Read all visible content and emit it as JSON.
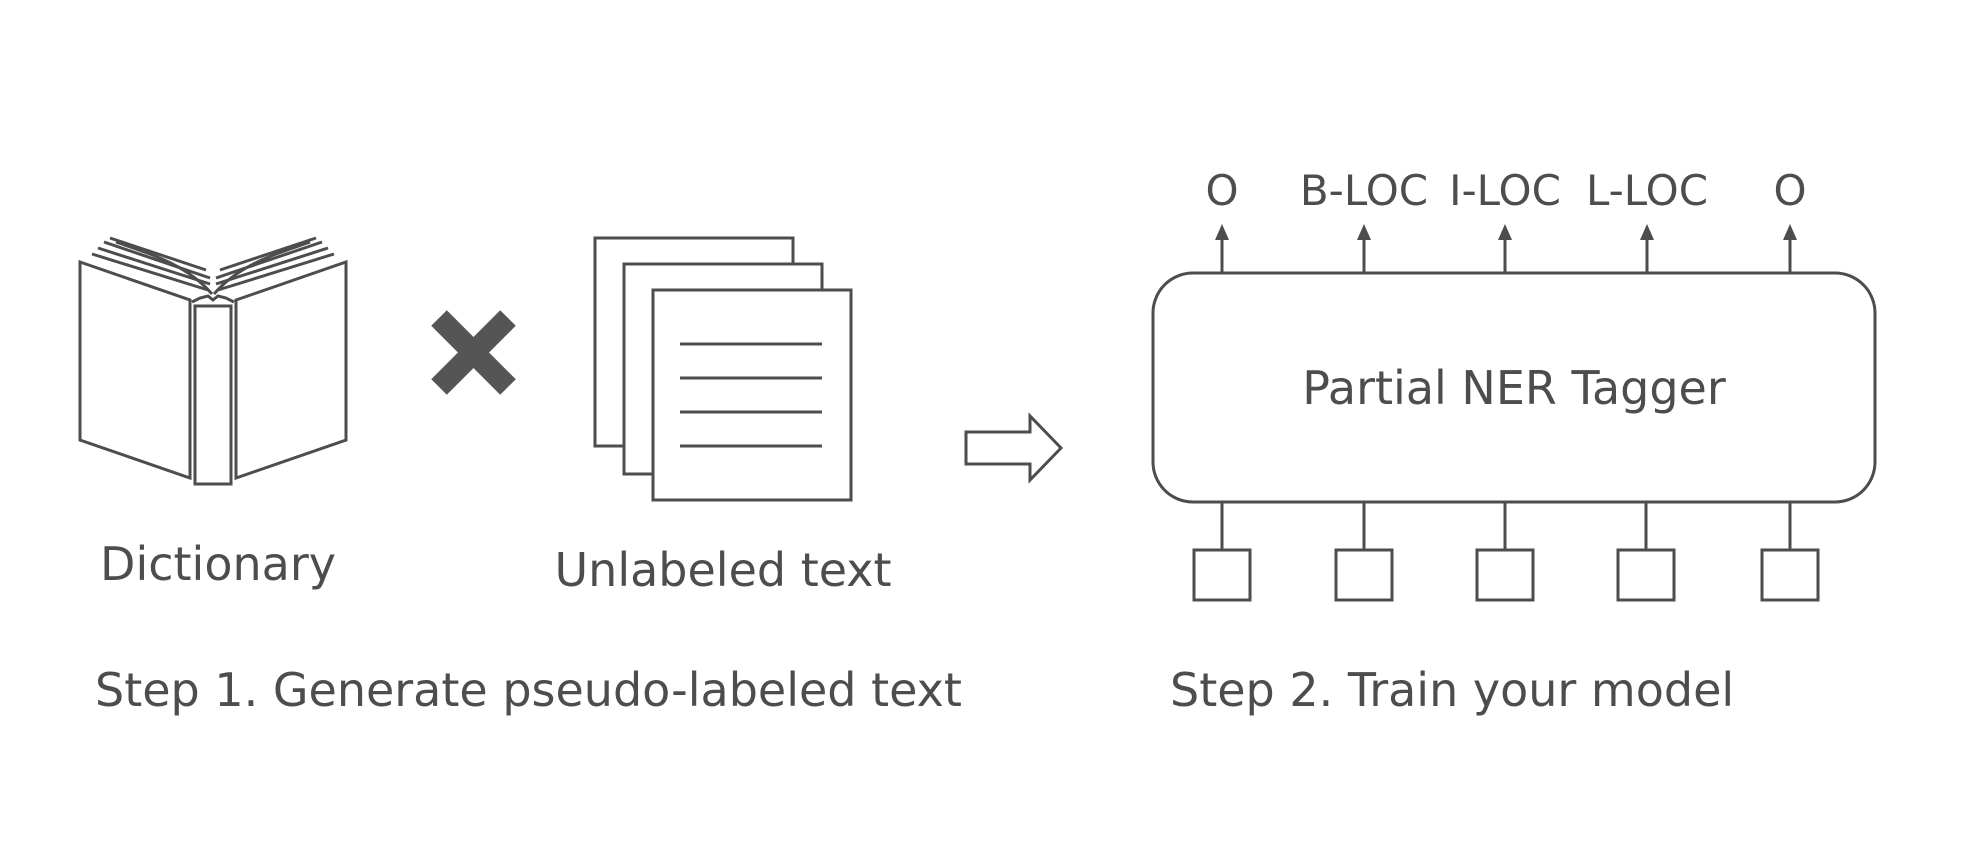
{
  "step1": {
    "dictionary_label": "Dictionary",
    "unlabeled_label": "Unlabeled text",
    "caption": "Step 1. Generate pseudo-labeled text"
  },
  "step2": {
    "tagger_label": "Partial NER Tagger",
    "output_tags": [
      "O",
      "B-LOC",
      "I-LOC",
      "L-LOC",
      "O"
    ],
    "caption": "Step 2. Train your model"
  },
  "colors": {
    "ink": "#4d4d4d",
    "background": "#ffffff"
  },
  "icons": [
    "book-icon",
    "multiply-icon",
    "documents-icon",
    "right-arrow-icon"
  ]
}
